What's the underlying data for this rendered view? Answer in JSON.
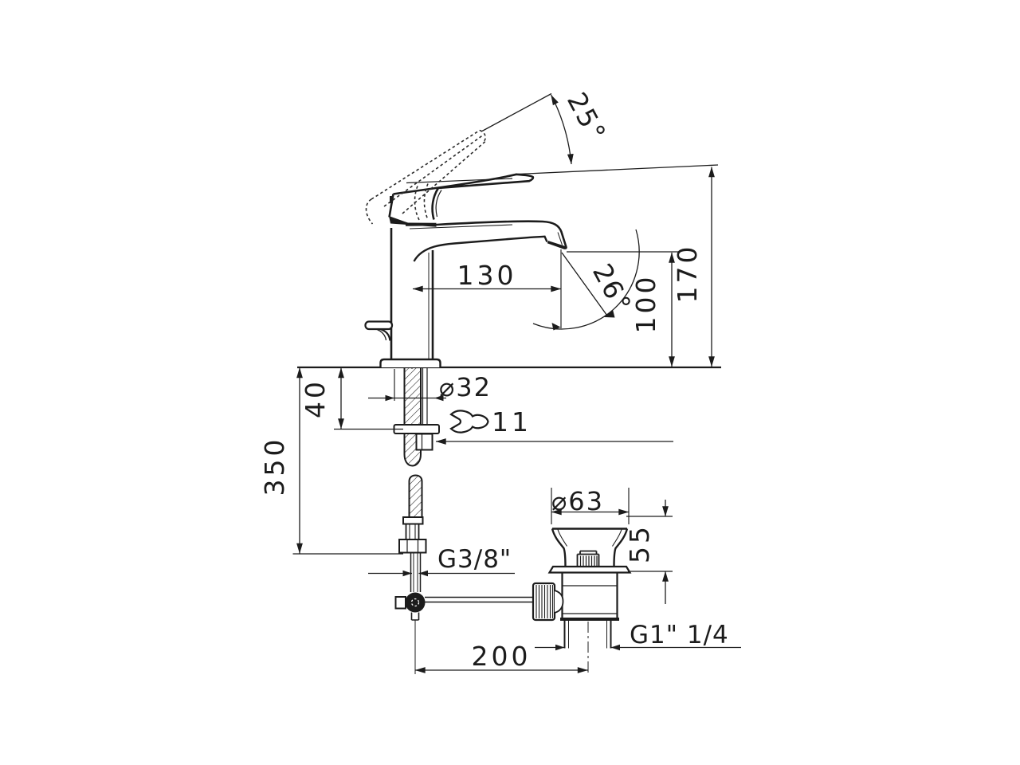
{
  "drawing": {
    "kind": "basin-mixer-installation-dimension-drawing",
    "dim_labels": {
      "handle_angle": "25°",
      "height_total": "170",
      "spout_reach": "130",
      "outlet_angle": "26°",
      "outlet_height": "100",
      "shank_hole_diameter": "⌀32",
      "wrench_size": "11",
      "mount_depth": "40",
      "hose_drop": "350",
      "supply_thread": "G3/8\"",
      "waste_cap_diameter": "⌀63",
      "waste_cap_height": "55",
      "waste_thread": "G1\" 1/4",
      "rod_reach": "200"
    },
    "colors": {
      "ink": "#1c1c1c",
      "paper": "#ffffff"
    }
  }
}
